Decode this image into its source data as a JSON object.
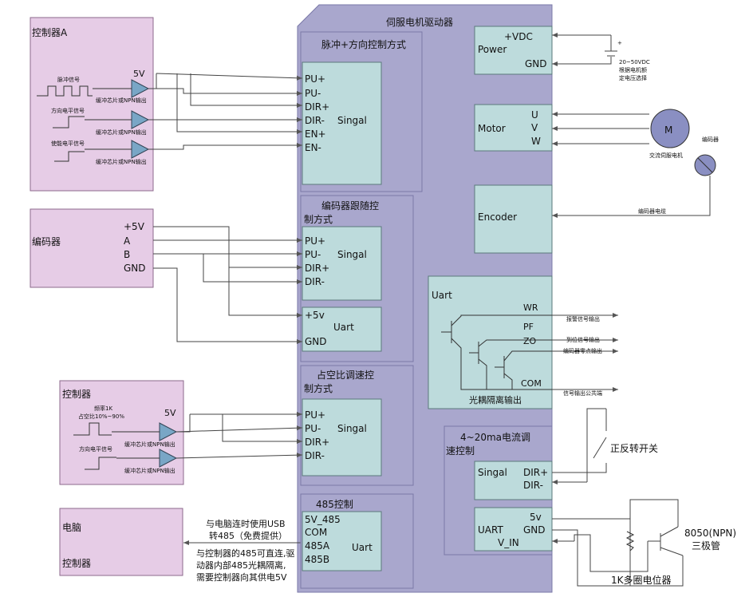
{
  "driver": {
    "title": "伺服电机驱动器"
  },
  "controllerA": {
    "title": "控制器A",
    "v5": "5V",
    "pulse_signal": "脉冲信号",
    "direction_signal": "方向电平信号",
    "enable_signal": "使能电平信号",
    "buffer_note": "缓冲芯片或NPN输出"
  },
  "pulse_dir_mode": {
    "title": "脉冲+方向控制方式",
    "pins": [
      "PU+",
      "PU-",
      "DIR+",
      "DIR-",
      "EN+",
      "EN-"
    ],
    "box_label": "Singal"
  },
  "encoder": {
    "title": "编码器",
    "pins": [
      "+5V",
      "A",
      "B",
      "GND"
    ]
  },
  "encoder_mode": {
    "title_line1": "编码器跟随控",
    "title_line2": "制方式",
    "pins": [
      "PU+",
      "PU-",
      "DIR+",
      "DIR-"
    ],
    "box_label": "Singal",
    "uart_pins": [
      "+5v",
      "GND"
    ],
    "uart_label": "Uart"
  },
  "controller": {
    "title": "控制器",
    "freq_line1": "频率1K",
    "freq_line2": "占空比10%~90%",
    "v5": "5V",
    "direction_signal": "方向电平信号",
    "buffer_note": "缓冲芯片或NPN输出"
  },
  "duty_mode": {
    "title_line1": "占空比调速控",
    "title_line2": "制方式",
    "pins": [
      "PU+",
      "PU-",
      "DIR+",
      "DIR-"
    ],
    "box_label": "Singal"
  },
  "pc": {
    "title1": "电脑",
    "title2": "控制器",
    "note1_line1": "与电脑连时使用USB",
    "note1_line2": "转485（免费提供）",
    "note2_line1": "与控制器的485可直连,驱",
    "note2_line2": "动器内部485光耦隔离,",
    "note2_line3": "需要控制器向其供电5V"
  },
  "rs485": {
    "title": "485控制",
    "pins": [
      "5V_485",
      "COM",
      "485A",
      "485B"
    ],
    "box_label": "Uart"
  },
  "power": {
    "vdc": "+VDC",
    "label": "Power",
    "gnd": "GND",
    "plus": "+",
    "supply_line1": "20~50VDC",
    "supply_line2": "根据电机额",
    "supply_line3": "定电压选择"
  },
  "motor": {
    "label": "Motor",
    "pins": [
      "U",
      "V",
      "W"
    ],
    "symbol": "M",
    "servo_motor": "交流伺服电机",
    "encoder_label": "编码器"
  },
  "encoder_port": {
    "label": "Encoder",
    "cable": "编码器电缆"
  },
  "uart_out": {
    "title": "Uart",
    "pins": [
      "WR",
      "PF",
      "ZO",
      "COM"
    ],
    "outputs": [
      "报警信号输出",
      "到位信号输出",
      "编码器零点输出",
      "信号输出公共端"
    ],
    "isolation": "光耦隔离输出"
  },
  "current_mode": {
    "title_line1": "4~20ma电流调",
    "title_line2": "速控制",
    "singal": "Singal",
    "dir_plus": "DIR+",
    "dir_minus": "DIR-",
    "uart": "UART",
    "v5": "5v",
    "gnd": "GND",
    "vin": "V_IN",
    "switch": "正反转开关",
    "transistor_line1": "8050(NPN)",
    "transistor_line2": "三极管",
    "pot": "1K多圈电位器"
  }
}
